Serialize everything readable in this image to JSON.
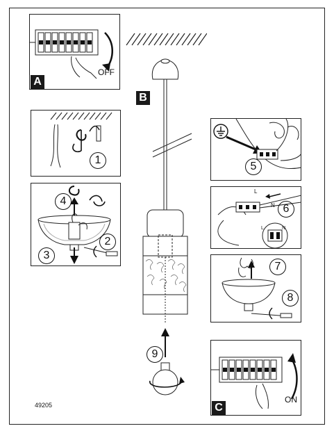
{
  "panel_a": {
    "letter": "A",
    "action": "OFF"
  },
  "panel_b": {
    "letter": "B"
  },
  "panel_c": {
    "letter": "C",
    "action": "ON"
  },
  "steps": [
    "1",
    "2",
    "3",
    "4",
    "5",
    "6",
    "7",
    "8",
    "9"
  ],
  "wire_labels": {
    "live": "L",
    "neutral": "N"
  },
  "product_code": "49205"
}
